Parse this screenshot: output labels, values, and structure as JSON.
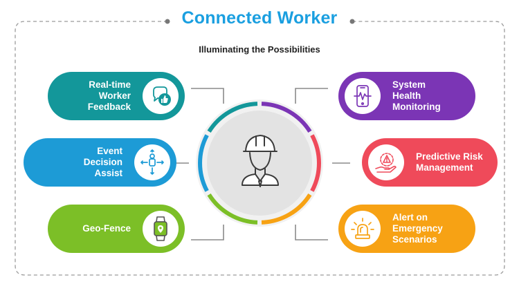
{
  "header": {
    "title": "Connected Worker",
    "subtitle": "Illuminating the Possibilities"
  },
  "colors": {
    "title": "#1a9fe0",
    "teal": "#13979a",
    "blue": "#1d9bd6",
    "green": "#7cbf27",
    "purple": "#7b35b5",
    "red": "#ef4a5a",
    "orange": "#f7a214",
    "center_bg": "#e3e3e3",
    "ring_bg": "#ececec"
  },
  "features": {
    "left": [
      {
        "label": "Real-time Worker Feedback",
        "lines": [
          "Real-time",
          "Worker",
          "Feedback"
        ],
        "icon": "chat-thumbs-up-icon",
        "color": "#13979a"
      },
      {
        "label": "Event Decision Assist",
        "lines": [
          "Event",
          "Decision",
          "Assist"
        ],
        "icon": "person-directions-icon",
        "color": "#1d9bd6"
      },
      {
        "label": "Geo-Fence",
        "lines": [
          "Geo-Fence"
        ],
        "icon": "smartwatch-icon",
        "color": "#7cbf27"
      }
    ],
    "right": [
      {
        "label": "System Health Monitoring",
        "lines": [
          "System",
          "Health",
          "Monitoring"
        ],
        "icon": "phone-heartbeat-icon",
        "color": "#7b35b5"
      },
      {
        "label": "Predictive Risk Management",
        "lines": [
          "Predictive Risk",
          "Management"
        ],
        "icon": "hand-gear-warning-icon",
        "color": "#ef4a5a"
      },
      {
        "label": "Alert on Emergency Scenarios",
        "lines": [
          "Alert on",
          "Emergency",
          "Scenarios"
        ],
        "icon": "alarm-light-icon",
        "color": "#f7a214"
      }
    ]
  },
  "center": {
    "icon": "worker-hard-hat-icon"
  }
}
